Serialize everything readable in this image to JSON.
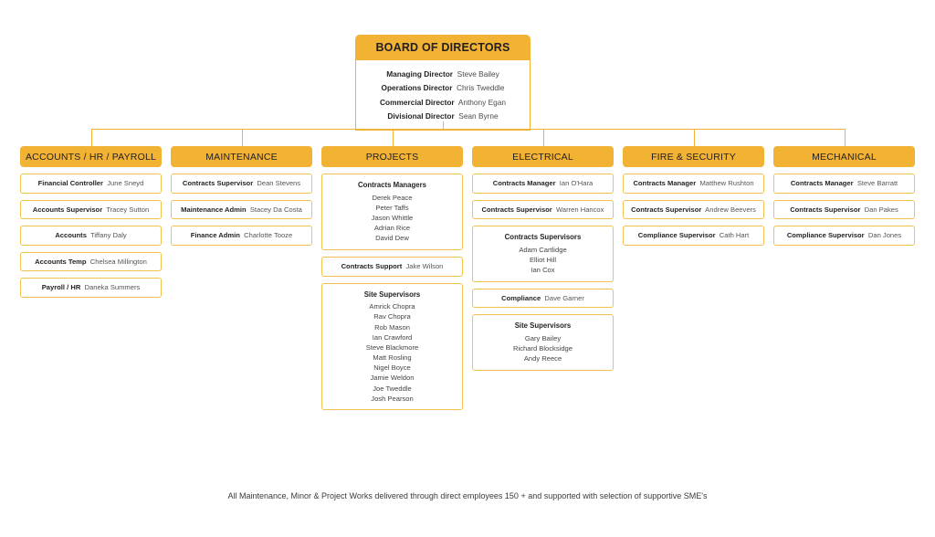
{
  "board": {
    "title": "BOARD OF DIRECTORS",
    "rows": [
      {
        "role": "Managing Director",
        "person": "Steve Bailey"
      },
      {
        "role": "Operations Director",
        "person": "Chris Tweddle"
      },
      {
        "role": "Commercial Director",
        "person": "Anthony Egan"
      },
      {
        "role": "Divisional Director",
        "person": "Sean Byrne"
      }
    ]
  },
  "colors": {
    "header_fill": "#F2B233",
    "node_border": "#F2C14E",
    "connector": "#F2B233",
    "text": "#231f20",
    "person_text": "#555555"
  },
  "columns": [
    {
      "title": "ACCOUNTS / HR / PAYROLL",
      "nodes": [
        {
          "type": "pair",
          "role": "Financial Controller",
          "person": "June Sneyd"
        },
        {
          "type": "pair",
          "role": "Accounts Supervisor",
          "person": "Tracey Sutton"
        },
        {
          "type": "pair",
          "role": "Accounts",
          "person": "Tiffany Daly"
        },
        {
          "type": "pair",
          "role": "Accounts Temp",
          "person": "Chelsea Millington"
        },
        {
          "type": "pair",
          "role": "Payroll  / HR",
          "person": "Daneka Summers"
        }
      ]
    },
    {
      "title": "MAINTENANCE",
      "nodes": [
        {
          "type": "pair",
          "role": "Contracts Supervisor",
          "person": "Dean Stevens"
        },
        {
          "type": "pair",
          "role": "Maintenance Admin",
          "person": "Stacey Da Costa"
        },
        {
          "type": "pair",
          "role": "Finance Admin",
          "person": "Charlotte Tooze"
        }
      ]
    },
    {
      "title": "PROJECTS",
      "nodes": [
        {
          "type": "group",
          "title": "Contracts Managers",
          "members": [
            "Derek Peace",
            "Peter Taffs",
            "Jason Whittle",
            "Adrian Rice",
            "David Dew"
          ]
        },
        {
          "type": "pair",
          "role": "Contracts Support",
          "person": "Jake Wilson"
        },
        {
          "type": "group",
          "title": "Site Supervisors",
          "members": [
            "Amrick Chopra",
            "Rav Chopra",
            "Rob Mason",
            "Ian Crawford",
            "Steve Blackmore",
            "Matt Rosling",
            "Nigel Boyce",
            "Jamie Weldon",
            "Joe Tweddle",
            "Josh Pearson"
          ]
        }
      ]
    },
    {
      "title": "ELECTRICAL",
      "nodes": [
        {
          "type": "pair",
          "role": "Contracts Manager",
          "person": "Ian O'Hara"
        },
        {
          "type": "pair",
          "role": "Contracts Supervisor",
          "person": "Warren Hancox"
        },
        {
          "type": "group",
          "title": "Contracts Supervisors",
          "members": [
            "Adam Cartlidge",
            "Elliot Hill",
            "Ian Cox"
          ]
        },
        {
          "type": "pair",
          "role": "Compliance",
          "person": "Dave Garner"
        },
        {
          "type": "group",
          "title": "Site Supervisors",
          "members": [
            "Gary Bailey",
            "Richard Blocksidge",
            "Andy Reece"
          ]
        }
      ]
    },
    {
      "title": "FIRE & SECURITY",
      "nodes": [
        {
          "type": "pair",
          "role": "Contracts Manager",
          "person": "Matthew Rushton"
        },
        {
          "type": "pair",
          "role": "Contracts Supervisor",
          "person": "Andrew Beevers"
        },
        {
          "type": "pair",
          "role": "Compliance Supervisor",
          "person": "Cath Hart"
        }
      ]
    },
    {
      "title": "MECHANICAL",
      "nodes": [
        {
          "type": "pair",
          "role": "Contracts Manager",
          "person": "Steve Barratt"
        },
        {
          "type": "pair",
          "role": "Contracts Supervisor",
          "person": "Dan Pakes"
        },
        {
          "type": "pair",
          "role": "Compliance Supervisor",
          "person": "Dan Jones"
        }
      ]
    }
  ],
  "footer": {
    "note": "All Maintenance, Minor & Project Works delivered through direct employees 150 + and supported with selection of supportive SME's"
  }
}
